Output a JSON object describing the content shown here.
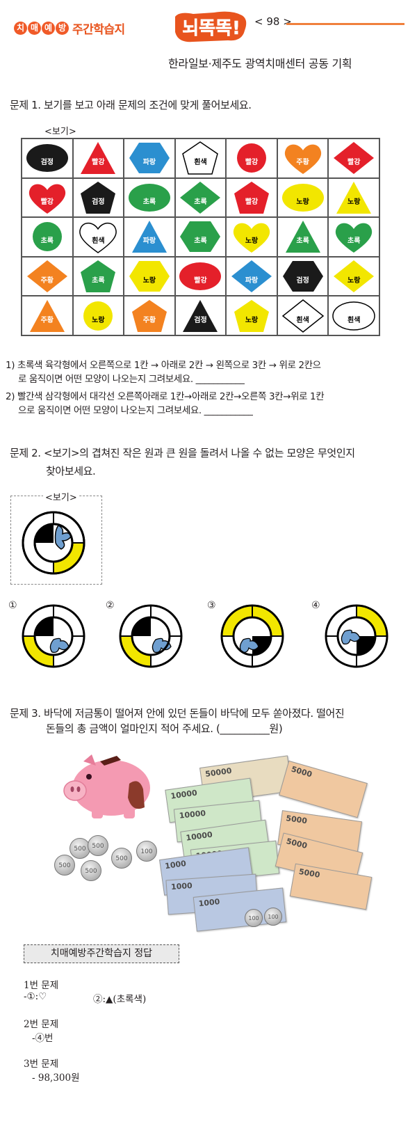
{
  "header": {
    "badges": [
      "치",
      "매",
      "예",
      "방"
    ],
    "subtitle": "주간학습지",
    "logo_text": "뇌똑똑!",
    "page_number": "< 98 >",
    "credit": "한라일보·제주도 광역치매센터 공동 기획"
  },
  "q1": {
    "title": "문제 1. 보기를 보고 아래 문제의 조건에 맞게 풀어보세요.",
    "example_label": "<보기>",
    "grid": [
      [
        {
          "shape": "ellipse",
          "color": "#1a1a1a",
          "label": "검정"
        },
        {
          "shape": "triangle",
          "color": "#e4202a",
          "label": "빨강"
        },
        {
          "shape": "hexagon",
          "color": "#2b8fd0",
          "label": "파랑"
        },
        {
          "shape": "pentagon",
          "color": "#ffffff",
          "label": "흰색"
        },
        {
          "shape": "circle",
          "color": "#e4202a",
          "label": "빨강"
        },
        {
          "shape": "heart",
          "color": "#f38220",
          "label": "주황"
        },
        {
          "shape": "diamond",
          "color": "#e4202a",
          "label": "빨강"
        }
      ],
      [
        {
          "shape": "heart",
          "color": "#e4202a",
          "label": "빨강"
        },
        {
          "shape": "pentagon",
          "color": "#1a1a1a",
          "label": "검정"
        },
        {
          "shape": "ellipse",
          "color": "#2aa04a",
          "label": "초록"
        },
        {
          "shape": "diamond",
          "color": "#2aa04a",
          "label": "초록"
        },
        {
          "shape": "pentagon",
          "color": "#e4202a",
          "label": "빨강"
        },
        {
          "shape": "ellipse",
          "color": "#f2e600",
          "label": "노랑"
        },
        {
          "shape": "triangle",
          "color": "#f2e600",
          "label": "노랑"
        }
      ],
      [
        {
          "shape": "circle",
          "color": "#2aa04a",
          "label": "초록"
        },
        {
          "shape": "heart",
          "color": "#ffffff",
          "label": "흰색"
        },
        {
          "shape": "triangle",
          "color": "#2b8fd0",
          "label": "파랑"
        },
        {
          "shape": "hexagon",
          "color": "#2aa04a",
          "label": "초록"
        },
        {
          "shape": "heart",
          "color": "#f2e600",
          "label": "노랑"
        },
        {
          "shape": "triangle",
          "color": "#2aa04a",
          "label": "초록"
        },
        {
          "shape": "heart",
          "color": "#2aa04a",
          "label": "초록"
        }
      ],
      [
        {
          "shape": "diamond",
          "color": "#f38220",
          "label": "주황"
        },
        {
          "shape": "pentagon",
          "color": "#2aa04a",
          "label": "초록"
        },
        {
          "shape": "hexagon",
          "color": "#f2e600",
          "label": "노랑"
        },
        {
          "shape": "ellipse",
          "color": "#e4202a",
          "label": "빨강"
        },
        {
          "shape": "diamond",
          "color": "#2b8fd0",
          "label": "파랑"
        },
        {
          "shape": "hexagon",
          "color": "#1a1a1a",
          "label": "검정"
        },
        {
          "shape": "diamond",
          "color": "#f2e600",
          "label": "노랑"
        }
      ],
      [
        {
          "shape": "triangle",
          "color": "#f38220",
          "label": "주황"
        },
        {
          "shape": "circle",
          "color": "#f2e600",
          "label": "노랑"
        },
        {
          "shape": "pentagon",
          "color": "#f38220",
          "label": "주황"
        },
        {
          "shape": "triangle",
          "color": "#1a1a1a",
          "label": "검정"
        },
        {
          "shape": "pentagon",
          "color": "#f2e600",
          "label": "노랑"
        },
        {
          "shape": "diamond",
          "color": "#ffffff",
          "label": "흰색"
        },
        {
          "shape": "ellipse",
          "color": "#ffffff",
          "label": "흰색"
        }
      ]
    ],
    "item1_a": "1) 초록색 육각형에서 오른쪽으로 1칸 → 아래로 2칸 → 왼쪽으로 3칸 → 위로 2칸으",
    "item1_b": "로 움직이면 어떤 모양이 나오는지 그려보세요. ___________",
    "item2_a": "2) 빨간색 삼각형에서 대각선 오른쪽아래로 1칸→아래로 2칸→오른쪽 3칸→위로 1칸",
    "item2_b": "으로 움직이면 어떤 모양이 나오는지 그려보세요. ___________"
  },
  "q2": {
    "title_a": "문제 2. <보기>의 겹쳐진 작은 원과 큰 원을 돌려서 나올 수 없는 모양은 무엇인지",
    "title_b": "찾아보세요.",
    "example_label": "<보기>",
    "option_marks": [
      "①",
      "②",
      "③",
      "④"
    ]
  },
  "q3": {
    "title_a": "문제 3. 바닥에 저금통이 떨어져 안에 있던 돈들이 바닥에 모두 쏟아졌다. 떨어진",
    "title_b": "돈들의 총 금액이 얼마인지 적어 주세요. (__________원)",
    "coin_labels": [
      "500",
      "500",
      "100",
      "500",
      "500",
      "500"
    ],
    "bill_labels": [
      "50000",
      "10000",
      "10000",
      "10000",
      "10000",
      "1000",
      "1000",
      "1000",
      "5000",
      "5000",
      "5000",
      "5000"
    ],
    "small_coins": [
      "100",
      "100"
    ]
  },
  "answers": {
    "box_title": "치매예방주간학습지 정답",
    "q1_head": "1번 문제",
    "q1_a": "-①:♡",
    "q1_b": "②:▲(초록색)",
    "q2_head": "2번 문제",
    "q2_a": "-④번",
    "q3_head": "3번 문제",
    "q3_a": "- 98,300원"
  },
  "colors": {
    "accent": "#f05a28",
    "green": "#2aa04a",
    "red": "#e4202a",
    "blue": "#2b8fd0",
    "yellow": "#f2e600",
    "orange": "#f38220",
    "black": "#1a1a1a"
  }
}
